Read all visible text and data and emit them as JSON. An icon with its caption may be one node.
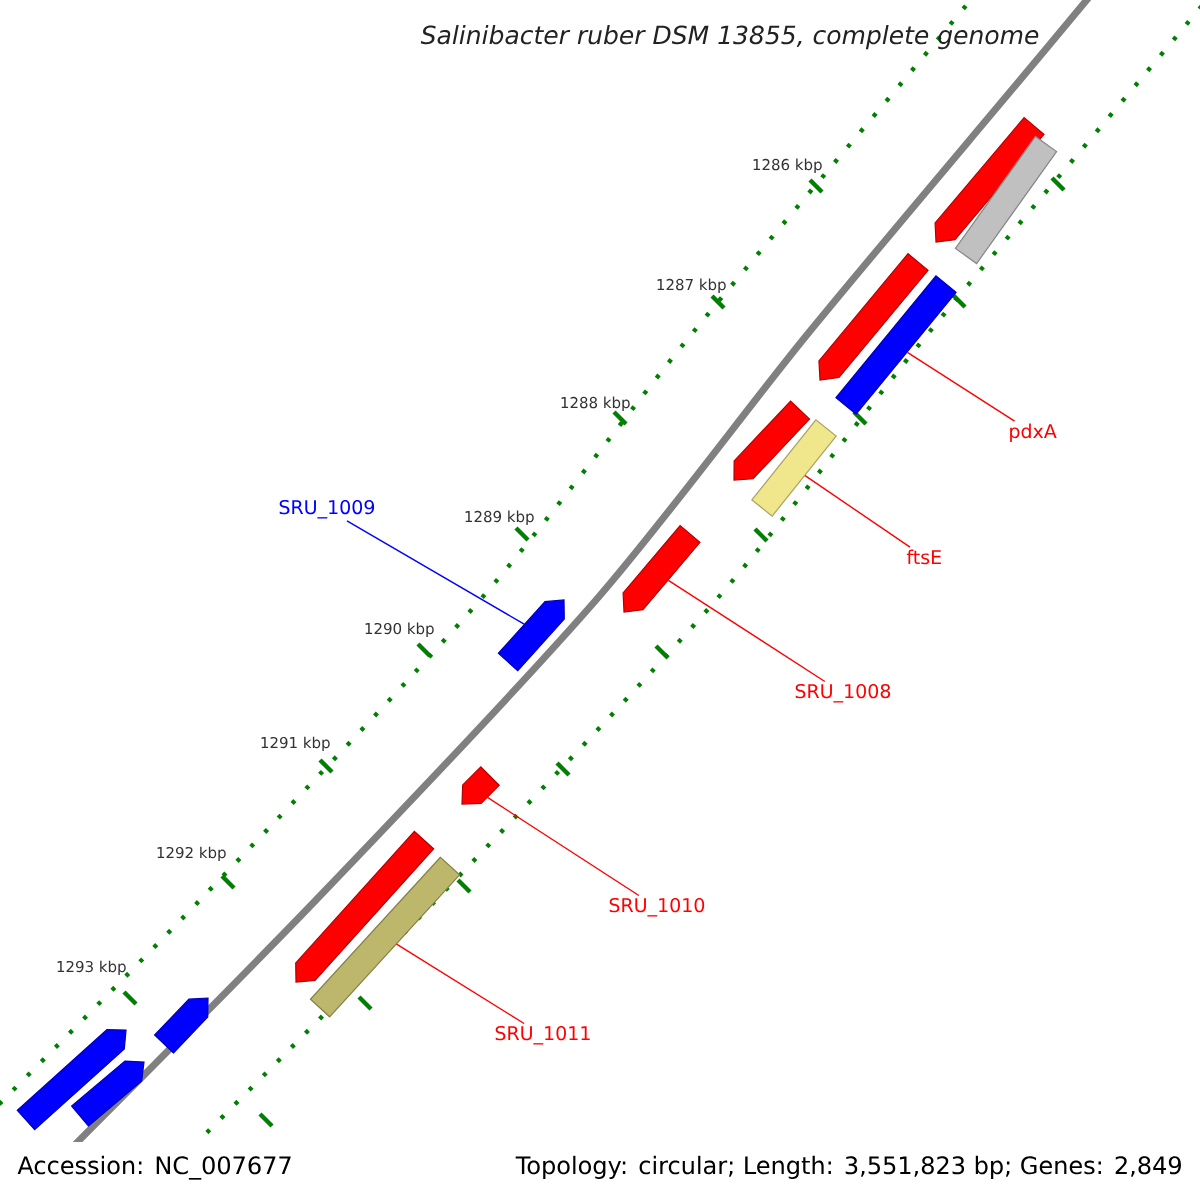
{
  "diagram": {
    "title": "Salinibacter ruber DSM 13855, complete genome",
    "nodes": [
      {
        "text": [
          "SRU_1009"
        ]
      },
      {
        "text": [],
        "shape": "bar"
      },
      {
        "text": [
          "pdxA"
        ]
      },
      {
        "text": [],
        "shape": "bar"
      },
      {
        "text": [
          "ftsE"
        ]
      },
      {
        "text": [],
        "shape": "bar"
      },
      {
        "text": [
          "SRU_1008"
        ]
      },
      {
        "text": [],
        "shape": "bar"
      },
      {
        "text": [
          "SRU_1010"
        ]
      },
      {
        "text": [],
        "shape": "bar"
      },
      {
        "text": [
          "SRU_1011"
        ]
      },
      {
        "text": [],
        "shape": "bar"
      },
      {
        "text": [],
        "shape": "bar"
      },
      {
        "text": [],
        "shape": "bar"
      },
      {
        "text": [],
        "shape": "bar"
      },
      {
        "text": [],
        "shape": "bar"
      },
      {
        "text": [],
        "shape": "bar"
      },
      {
        "text": [],
        "shape": "bar"
      },
      {
        "text": [],
        "shape": "bar"
      },
      {
        "text": [],
        "shape": "bar"
      }
    ],
    "edges": [
      {
        "from": 0,
        "to": 1,
        "arrow": "none",
        "color": "#0000ff"
      },
      {
        "from": 2,
        "to": 3,
        "arrow": "none"
      },
      {
        "from": 4,
        "to": 5,
        "arrow": "none"
      },
      {
        "from": 6,
        "to": 7,
        "arrow": "none"
      },
      {
        "from": 8,
        "to": 9,
        "arrow": "none"
      },
      {
        "from": 10,
        "to": 11,
        "arrow": "none"
      }
    ],
    "labels": [
      "1286 kbp",
      "1287 kbp",
      "1288 kbp",
      "1289 kbp",
      "1290 kbp",
      "1291 kbp",
      "1292 kbp",
      "1293 kbp",
      "Accession: NC_007677",
      "Topology: circular; Length: 3,551,823 bp; Genes: 2,849"
    ]
  }
}
